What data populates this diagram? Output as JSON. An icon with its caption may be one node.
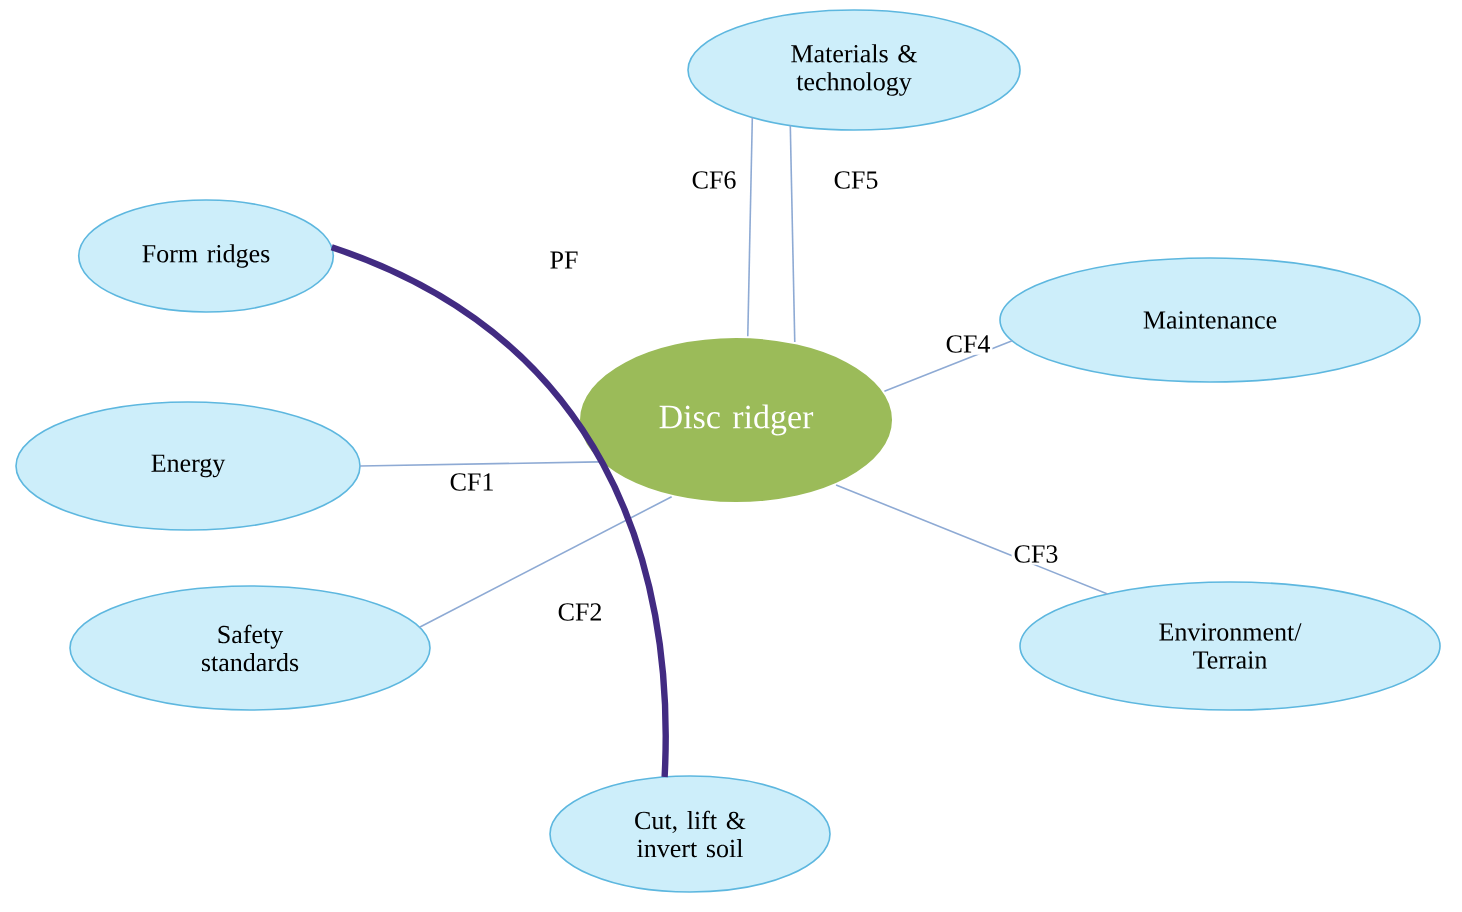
{
  "diagram": {
    "nodes": [
      {
        "text": [
          "Materials & technology"
        ]
      },
      {
        "text": [
          "Form ridges"
        ]
      },
      {
        "text": [
          "Maintenance"
        ]
      },
      {
        "text": [
          "Energy"
        ]
      },
      {
        "text": [
          "Disc ridger"
        ]
      },
      {
        "text": [
          "Safety standards"
        ]
      },
      {
        "text": [
          "Environment/ Terrain"
        ]
      },
      {
        "text": [
          "Cut, lift & invert soil"
        ]
      }
    ],
    "edges": [
      {
        "from": 4,
        "to": 0,
        "arrow": "none",
        "label": "CF6"
      },
      {
        "from": 4,
        "to": 0,
        "arrow": "none",
        "label": "CF5"
      },
      {
        "from": 4,
        "to": 2,
        "arrow": "none",
        "label": "CF4"
      },
      {
        "from": 3,
        "to": 4,
        "arrow": "none",
        "label": "CF1"
      },
      {
        "from": 5,
        "to": 4,
        "arrow": "none",
        "label": "CF2"
      },
      {
        "from": 4,
        "to": 6,
        "arrow": "none",
        "label": "CF3"
      },
      {
        "from": 1,
        "to": 7,
        "arrow": "none",
        "label": "PF",
        "style": "thick",
        "color": "#1f3a6e"
      }
    ]
  }
}
